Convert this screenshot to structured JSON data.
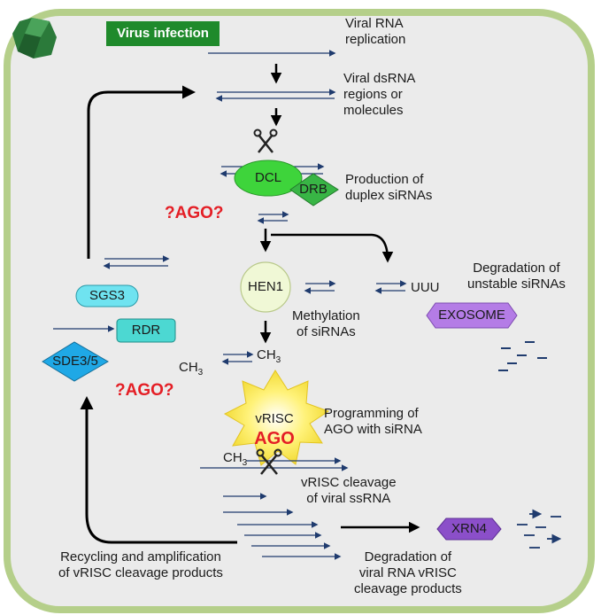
{
  "badge": "Virus infection",
  "labels": {
    "viral_rna_replication": "Viral RNA\nreplication",
    "viral_dsrna": "Viral dsRNA\nregions or\nmolecules",
    "production_duplex": "Production of\nduplex siRNAs",
    "degradation_unstable": "Degradation of\nunstable siRNAs",
    "methylation": "Methylation\nof siRNAs",
    "programming": "Programming of\nAGO with siRNA",
    "vrisc_cleavage": "vRISC cleavage\nof viral ssRNA",
    "recycling": "Recycling and amplification\nof vRISC cleavage products",
    "degradation_viral": "Degradation of\nviral RNA vRISC\ncleavage products",
    "uuu": "UUU",
    "ch3_main": "CH",
    "ch3_left": "CH",
    "ch3_bottom": "CH",
    "subscript": "3"
  },
  "nodes": {
    "dcl": "DCL",
    "drb": "DRB",
    "hen1": "HEN1",
    "exosome": "EXOSOME",
    "sgs3": "SGS3",
    "rdr": "RDR",
    "sde": "SDE3/5",
    "vrisc": "vRISC",
    "ago": "AGO",
    "xrn4": "XRN4"
  },
  "questions": {
    "ago_top": "?AGO?",
    "ago_left": "?AGO?"
  },
  "colors": {
    "border": "#b5cf8a",
    "panel": "#ebebeb",
    "strand": "#1f3b6e",
    "badge": "#1f8a2b",
    "dcl": "#3ed43b",
    "drb": "#38b545",
    "hen1": "#f0f8d6",
    "exosome": "#b47ce6",
    "sgs3": "#6fe3f0",
    "rdr": "#4cd8d2",
    "sde": "#1fa8e6",
    "vrisc": "#fff06a",
    "xrn4": "#8b4fc9",
    "red": "#e41e25"
  }
}
